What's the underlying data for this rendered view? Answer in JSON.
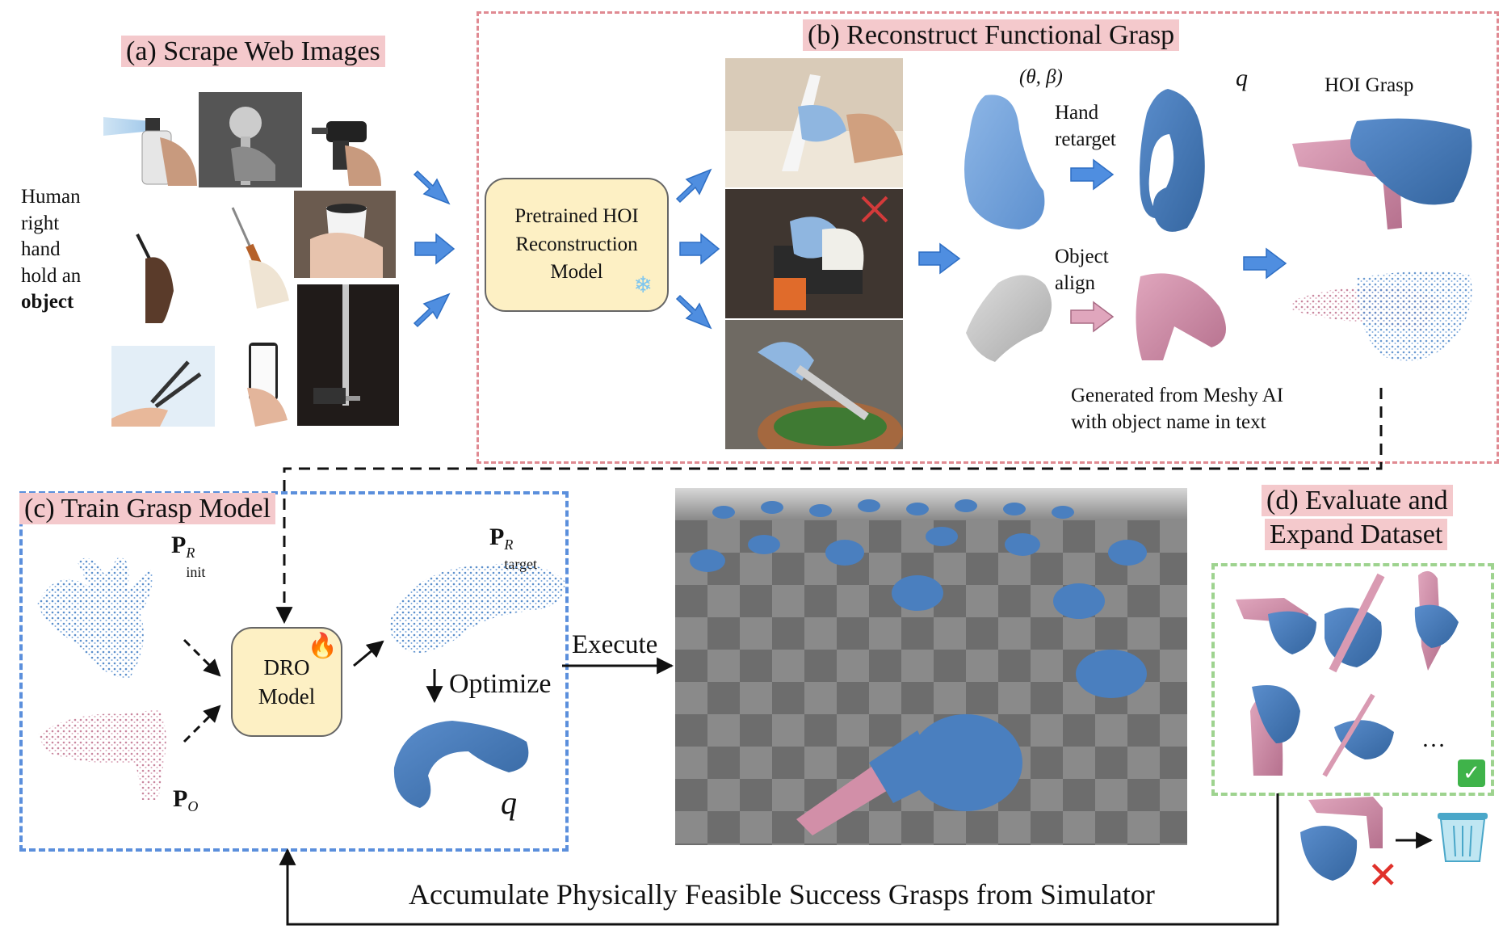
{
  "colors": {
    "arrow_blue": "#4f8ee0",
    "hand_blue": "#4a7fbf",
    "object_pink": "#c9879f",
    "highlight_pink": "#f4c9cc",
    "box_pink": "#e08a92",
    "box_blue": "#5b8fdc",
    "box_green": "#9ed38f",
    "model_fill": "#fdf0c4"
  },
  "section_a": {
    "title": "(a) Scrape Web Images",
    "caption_lines": [
      "Human",
      "right",
      "hand",
      "hold an"
    ],
    "caption_bold": "object",
    "images": [
      "spray-can",
      "microphone",
      "power-drill",
      "mug",
      "pen",
      "syringe",
      "sword",
      "tongs",
      "smartphone"
    ]
  },
  "section_b": {
    "title": "(b) Reconstruct Functional Grasp",
    "model_label": "Pretrained HOI Reconstruction Model",
    "frozen_icon": "snowflake-icon",
    "param_label": "(θ, β)",
    "q_label": "q",
    "hoi_label": "HOI Grasp",
    "hand_retarget_1": "Hand",
    "hand_retarget_2": "retarget",
    "object_align_1": "Object",
    "object_align_2": "align",
    "meshy_1": "Generated from Meshy AI",
    "meshy_2": "with object name in text"
  },
  "section_c": {
    "title": "(c) Train Grasp Model",
    "model_label_1": "DRO",
    "model_label_2": "Model",
    "train_icon": "fire-icon",
    "p_init": "P",
    "p_init_sup": "R",
    "p_init_sub": "init",
    "p_target": "P",
    "p_target_sup": "R",
    "p_target_sub": "target",
    "p_obj": "P",
    "p_obj_sup": "O",
    "optimize": "Optimize",
    "q_label": "q"
  },
  "execute_label": "Execute",
  "section_d": {
    "title_1": "(d) Evaluate and",
    "title_2": "Expand Dataset",
    "ellipsis": "…",
    "success_icon": "check-icon",
    "fail_icon": "cross-icon",
    "discard_icon": "trash-icon"
  },
  "feedback_label": "Accumulate Physically Feasible Success Grasps from Simulator"
}
